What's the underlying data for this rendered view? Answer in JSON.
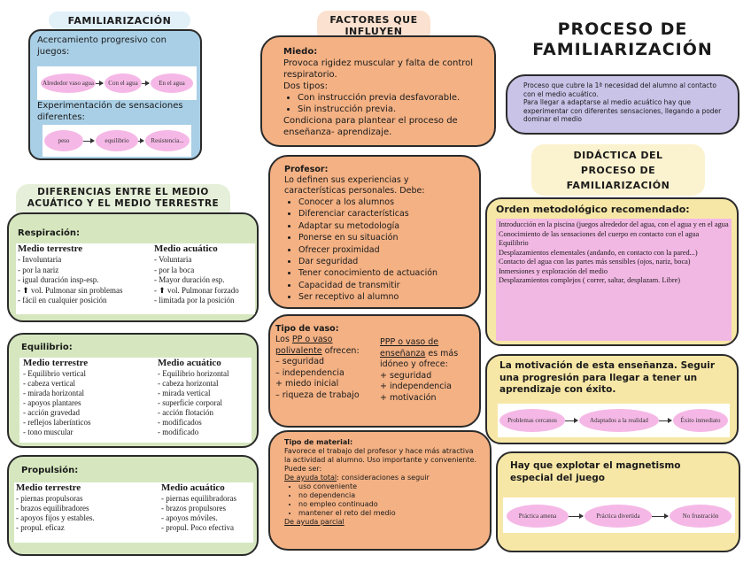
{
  "title": "PROCESO DE FAMILIARIZACIÓN",
  "intro": {
    "p1": "Proceso que cubre la 1ª necesidad del alumno al contacto con el medio acuático.",
    "p2": "Para llegar a adaptarse al medio acuático hay que experimentar con diferentes sensaciones, llegando a poder dominar el medio"
  },
  "familiarizacion": {
    "heading": "FAMILIARIZACIÓN",
    "text1": "Acercamiento progresivo con juegos:",
    "flow1": [
      "Alrededor vaso agua",
      "Con el agua",
      "En el agua"
    ],
    "text2": "Experimentación de sensaciones diferentes:",
    "flow2": [
      "peso",
      "equilibrio",
      "Resistencia..."
    ]
  },
  "factores": {
    "heading": "FACTORES QUE INFLUYEN",
    "miedo": {
      "title": "Miedo:",
      "text": "Provoca rigidez muscular y falta de control respiratorio.",
      "tipos": "Dos tipos:",
      "items": [
        "Con instrucción previa desfavorable.",
        "Sin instrucción previa."
      ],
      "cond": "Condiciona para plantear el proceso de enseñanza- aprendizaje."
    },
    "profesor": {
      "title": "Profesor:",
      "text": "Lo definen sus experiencias y características personales. Debe:",
      "items": [
        "Conocer a los alumnos",
        "Diferenciar características",
        "Adaptar su metodología",
        "Ponerse en su situación",
        "Ofrecer proximidad",
        "Dar seguridad",
        "Tener conocimiento de actuación",
        "Capacidad de transmitir",
        "Ser receptivo al alumno"
      ]
    },
    "vaso": {
      "title": "Tipo de vaso:",
      "left_pre": "Los ",
      "left_u1": "PP o vaso polivalente",
      "left_post": " ofrecen:",
      "left_items": [
        "– seguridad",
        "– independencia",
        "+ miedo inicial",
        "– riqueza de trabajo"
      ],
      "right_u": "PPP o vaso de enseñanza",
      "right_post": " es más idóneo y ofrece:",
      "right_items": [
        "+ seguridad",
        "+ independencia",
        "+ motivación"
      ]
    },
    "material": {
      "title": "Tipo de material:",
      "text": "Favorece el trabajo del profesor y hace más atractiva la actividad al alumno. Uso importante y conveniente.",
      "puede": "Puede ser:",
      "total_u": "De ayuda total",
      "total_post": ": consideraciones a seguir",
      "items": [
        "uso conveniente",
        "no dependencia",
        "no empleo continuado",
        "mantener el reto del medio"
      ],
      "parcial_u": "De ayuda parcial"
    }
  },
  "diferencias": {
    "heading": "DIFERENCIAS ENTRE EL MEDIO ACUÁTICO Y EL MEDIO TERRESTRE",
    "respiracion": {
      "title": "Respiración:",
      "col1_head": "Medio terrestre",
      "col1": [
        "- Involuntaria",
        "- por la nariz",
        "- igual duración insp-esp.",
        "- ⬆ vol. Pulmonar sin problemas",
        "- fácil en cualquier posición"
      ],
      "col2_head": "Medio acuático",
      "col2": [
        "- Voluntaria",
        "- por la boca",
        "- Mayor duración esp.",
        "- ⬆ vol. Pulmonar forzado",
        "- limitada por la posición"
      ]
    },
    "equilibrio": {
      "title": "Equilibrio:",
      "col1_head": "Medio terrestre",
      "col1": [
        "- Equilibrio vertical",
        "- cabeza vertical",
        "- mirada horizontal",
        "- apoyos plantares",
        "- acción gravedad",
        "- reflejos laberínticos",
        "- tono muscular"
      ],
      "col2_head": "Medio acuático",
      "col2": [
        "- Equilibrio horizontal",
        "- cabeza horizontal",
        "- mirada vertical",
        "- superficie corporal",
        "- acción flotación",
        "- modificados",
        "- modificado"
      ]
    },
    "propulsion": {
      "title": "Propulsión:",
      "col1_head": "Medio terrestre",
      "col1": [
        "- piernas propulsoras",
        "- brazos equilibradores",
        "- apoyos fijos y estables.",
        "- propul. eficaz"
      ],
      "col2_head": "Medio acuático",
      "col2": [
        "- piernas equilibradoras",
        "- brazos propulsores",
        "- apoyos móviles.",
        "- propul. Poco efectiva"
      ]
    }
  },
  "didactica": {
    "heading": "DIDÁCTICA DEL PROCESO DE FAMILIARIZACIÓN",
    "orden": {
      "title": "Orden metodológico recomendado:",
      "items": [
        "Introducción en la piscina (juegos alrededor del agua, con el agua y en el agua",
        "Conocimiento de las sensaciones del cuerpo en contacto con el agua",
        "Equilibrio",
        "Desplazamientos elementales (andando, en contacto con la pared...)",
        "Contacto del agua con las partes más sensibles (ojos, nariz, boca)",
        "Inmersiones y exploración del medio",
        "Desplazamientos complejos ( correr, saltar, desplazam. Libre)"
      ]
    },
    "motivacion": {
      "title": "La motivación de esta enseñanza. Seguir una progresión para llegar a tener un aprendizaje con éxito.",
      "flow": [
        "Problemas cercanos",
        "Adaptados a la realidad",
        "Éxito inmediato"
      ]
    },
    "magnetismo": {
      "title": "Hay que explotar el magnetismo especial del juego",
      "flow": [
        "Práctica amena",
        "Práctica divertida",
        "No frustración"
      ]
    }
  }
}
